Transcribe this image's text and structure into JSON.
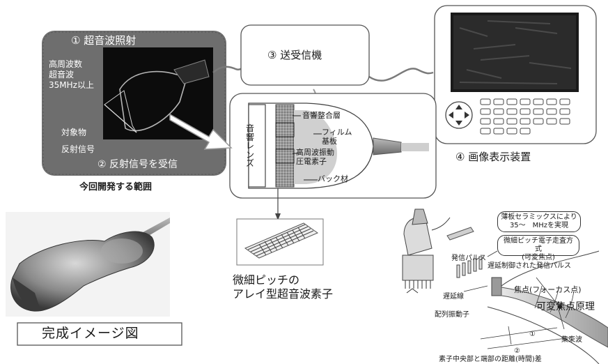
{
  "scope": {
    "step1": "① 超音波照射",
    "freq_lines": [
      "高周波数",
      "超音波",
      "35MHz以上"
    ],
    "target": "対象物",
    "reflection": "反射信号",
    "step2": "② 反射信号を受信",
    "caption": "今回開発する範囲"
  },
  "transceiver": {
    "label": "③ 送受信機"
  },
  "display": {
    "label": "④ 画像表示装置"
  },
  "probe": {
    "acoustic_matching": "音響整合層",
    "lens": "音響レンズ",
    "film_substrate": [
      "フィルム",
      "基板"
    ],
    "piezo": [
      "高周波振動",
      "圧電素子"
    ],
    "backing": "バック材"
  },
  "array": {
    "caption": [
      "微細ピッチの",
      "アレイ型超音波素子"
    ]
  },
  "completed": {
    "caption": "完成イメージ図"
  },
  "focus": {
    "callout1": [
      "薄板セラミックスにより",
      "35～　MHzを実現"
    ],
    "callout2": [
      "微細ピッチ電子走査方式",
      "(可変焦点)"
    ],
    "tx_pulse": "発信パルス",
    "delayed_pulse": "遅延制御された発信パルス",
    "delay_line": "遅延線",
    "array_elements": "配列振動子",
    "focal_point": "焦点(フォーカス点)",
    "principle": "可変焦点原理",
    "beam": "集束波",
    "mark1": "①",
    "mark2": "②",
    "bottom_note": "素子中央部と端部の距離(時間)差"
  }
}
